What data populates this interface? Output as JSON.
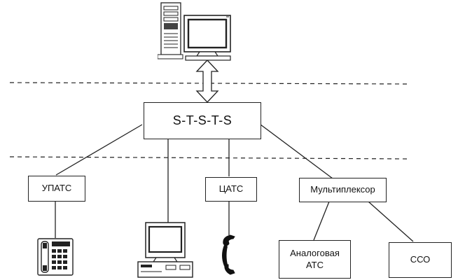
{
  "nodes": {
    "switch": "S-T-S-T-S",
    "upats": "УПАТС",
    "tsats": "ЦАТС",
    "multiplexer": "Мультиплексор",
    "analog_ats_line1": "Аналоговая",
    "analog_ats_line2": "АТС",
    "sso": "ССО"
  },
  "icons": {
    "top": "server-workstation-icon",
    "upats_terminal": "desk-telephone-icon",
    "bottom_computer": "desktop-computer-icon",
    "tsats_terminal": "telephone-handset-icon"
  },
  "colors": {
    "line": "#222222",
    "background": "#ffffff"
  }
}
